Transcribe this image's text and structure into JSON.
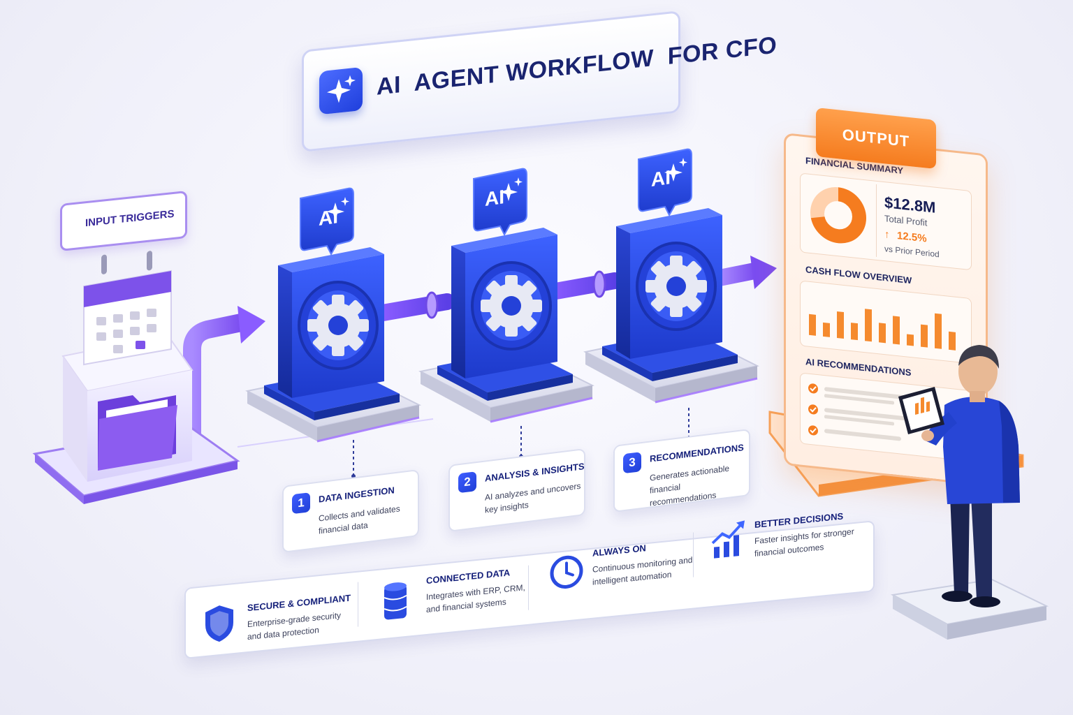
{
  "title": {
    "text": "AI  AGENT WORKFLOW  FOR CFO"
  },
  "input": {
    "label": "INPUT TRIGGERS"
  },
  "ai_badge": "AI",
  "steps": [
    {
      "num": "1",
      "title": "DATA INGESTION",
      "desc": "Collects and validates financial data"
    },
    {
      "num": "2",
      "title": "ANALYSIS & INSIGHTS",
      "desc": "AI analyzes and uncovers key insights"
    },
    {
      "num": "3",
      "title": "RECOMMENDATIONS",
      "desc": "Generates actionable financial recommendations"
    }
  ],
  "output": {
    "tab": "OUTPUT",
    "summary_title": "FINANCIAL SUMMARY",
    "profit_value": "$12.8M",
    "profit_label": "Total Profit",
    "change": "12.5%",
    "change_label": "vs Prior Period",
    "cashflow_title": "CASH FLOW OVERVIEW",
    "recommendations_title": "AI RECOMMENDATIONS"
  },
  "benefits": [
    {
      "title": "SECURE & COMPLIANT",
      "desc": "Enterprise-grade security and data protection",
      "icon": "shield-icon"
    },
    {
      "title": "CONNECTED DATA",
      "desc": "Integrates with ERP, CRM, and financial systems",
      "icon": "database-icon"
    },
    {
      "title": "ALWAYS ON",
      "desc": "Continuous monitoring and intelligent automation",
      "icon": "clock-icon"
    },
    {
      "title": "BETTER DECISIONS",
      "desc": "Faster insights for stronger financial outcomes",
      "icon": "trend-chart-icon"
    }
  ],
  "colors": {
    "primary": "#2a4be0",
    "accent_purple": "#7b55e8",
    "accent_orange": "#f57c1f",
    "text_dark": "#15207a"
  }
}
